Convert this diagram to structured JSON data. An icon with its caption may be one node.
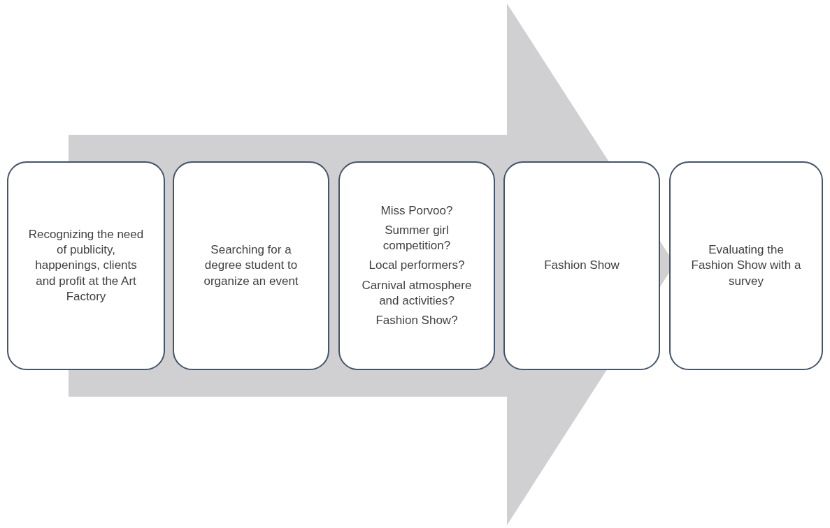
{
  "diagram": {
    "nodes": [
      {
        "text": [
          "Recognizing the need of publicity, happenings, clients and profit at the Art Factory"
        ]
      },
      {
        "text": [
          "Searching for a degree student to organize an event"
        ]
      },
      {
        "text": [
          "Miss Porvoo?",
          "Summer girl competition?",
          "Local performers?",
          "Carnival atmosphere and activities?",
          "Fashion Show?"
        ]
      },
      {
        "text": [
          "Fashion Show"
        ]
      },
      {
        "text": [
          "Evaluating the Fashion Show with a survey"
        ]
      }
    ],
    "edges": [
      {
        "from": 0,
        "to": 4,
        "arrow": "to"
      }
    ]
  }
}
